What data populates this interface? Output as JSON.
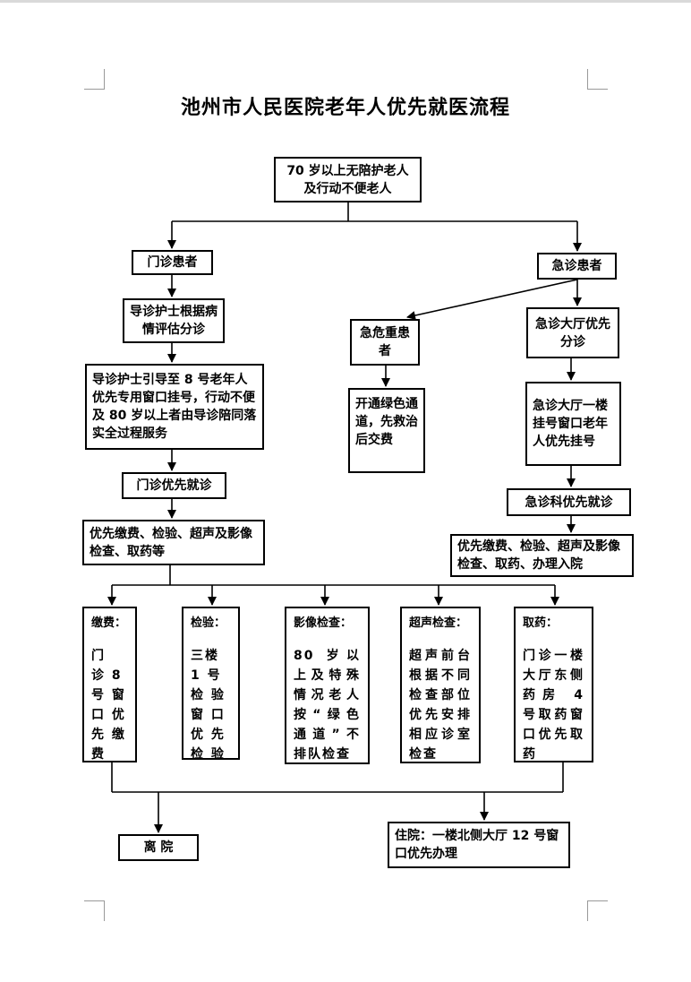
{
  "title": "池州市人民医院老年人优先就医流程",
  "start": "70 岁以上无陪护老人及行动不便老人",
  "outpatient": {
    "label": "门诊患者",
    "step1": "导诊护士根据病情评估分诊",
    "step2": "导诊护士引导至 8 号老年人优先专用窗口挂号，行动不便及 80 岁以上者由导诊陪同落实全过程服务",
    "step3": "门诊优先就诊",
    "step4": "优先缴费、检验、超声及影像检查、取药等"
  },
  "emergency": {
    "label": "急诊患者",
    "critical": "急危重患者",
    "critical_action": "开通绿色通道，先救治后交费",
    "triage": "急诊大厅优先分诊",
    "register": "急诊大厅一楼挂号窗口老年人优先挂号",
    "visit": "急诊科优先就诊",
    "services": "优先缴费、检验、超声及影像检查、取药、办理入院"
  },
  "services": [
    {
      "header": "缴费：",
      "body": "门　诊 8　号 窗　口 优　先 缴费"
    },
    {
      "header": "检验：",
      "body": "三楼 1 号 检 验 窗 口 优 先 检 验"
    },
    {
      "header": "影像检查：",
      "body": "80 岁以上及特殊情况老人按“绿色通道”不排队检查"
    },
    {
      "header": "超声检查：",
      "body": "超声前台根据不同检查部位优先安排相应诊室检查"
    },
    {
      "header": "取药：",
      "body": "门诊一楼大厅东侧药房 4 号取药窗口优先取药"
    }
  ],
  "leave": "离 院",
  "admit": "住院：一楼北侧大厅 12 号窗口优先办理"
}
